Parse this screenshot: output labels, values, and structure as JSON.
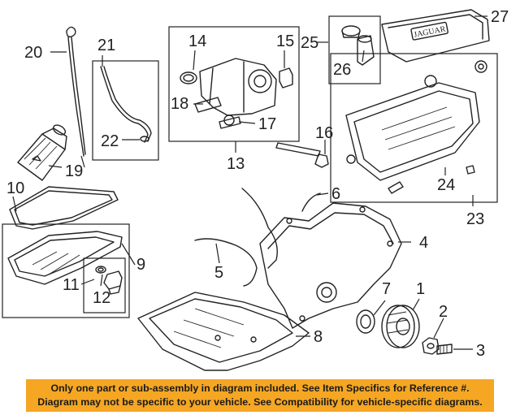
{
  "callouts": {
    "c1": "1",
    "c2": "2",
    "c3": "3",
    "c4": "4",
    "c5": "5",
    "c6": "6",
    "c7": "7",
    "c8": "8",
    "c9": "9",
    "c10": "10",
    "c11": "11",
    "c12": "12",
    "c13": "13",
    "c14": "14",
    "c15": "15",
    "c16": "16",
    "c17": "17",
    "c18": "18",
    "c19": "19",
    "c20": "20",
    "c21": "21",
    "c22": "22",
    "c23": "23",
    "c24": "24",
    "c25": "25",
    "c26": "26",
    "c27": "27"
  },
  "cover_badge": "JAGUAR",
  "notice": {
    "line1": "Only one part or sub-assembly in diagram included. See Item Specifics for Reference #.",
    "line2": "Diagram may not be specific to your vehicle. See Compatibility for vehicle-specific diagrams."
  },
  "colors": {
    "banner": "#f5a623",
    "linework": "#222222"
  }
}
